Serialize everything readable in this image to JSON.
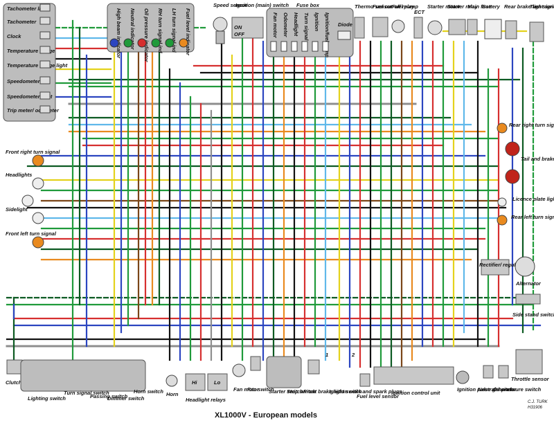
{
  "title": "XL1000V - European models",
  "credit": [
    "C.J. TURK",
    "H31906"
  ],
  "left_components": [
    "Tachometer light",
    "Tachometer",
    "Clock",
    "Temperature gauge",
    "Temperature gauge light",
    "Speedometer",
    "Speedometer light",
    "Trip meter/ odometer"
  ],
  "indicator_lamps": [
    "High beam indicator",
    "Neutral indicator",
    "Oil pressure indicator",
    "RH turn signal ind",
    "LH turn signal ind",
    "Fuel level indicator"
  ],
  "top_components": {
    "speed_sensor": "Speed sensor",
    "ignition_switch": "Ignition (main) switch",
    "ignition_positions": [
      "ON",
      "OFF"
    ],
    "fuse_box": "Fuse box",
    "fuse_labels": [
      "Fan motor",
      "Odometer",
      "Headlight",
      "Turn signal",
      "Ignition",
      "Ignition/fuel pump"
    ],
    "diode": "Diode",
    "thermo_sensor": "Thermo sensor",
    "fuel_cutoff_relay": "Fuel cut-off relay",
    "fuel_pump": "Fuel pump",
    "ect": "ECT",
    "starter_motor": "Starter motor",
    "starter_relay": "Starter relay",
    "main_fuse": "Main fuse",
    "battery": "Battery",
    "rear_brake_switch": "Rear brake light switch",
    "turn_signal_relay": "Turn signal relay"
  },
  "left_lamps": [
    "Front right turn signal",
    "Headlights",
    "Sidelight",
    "Front left turn signal"
  ],
  "right_components": [
    "Rear right turn signal",
    "Tail and brake lights",
    "Licence plate light",
    "Rear left turn signal",
    "Rectifier/ regulator",
    "Alternator",
    "Side stand switch"
  ],
  "bottom_components": [
    "Clutch switch",
    "Lighting switch",
    "Turn signal switch",
    "Passing switch",
    "Dimmer switch",
    "Horn switch",
    "Horn",
    "Headlight relays",
    "Fan motor",
    "Fan switch",
    "Starter switch",
    "Stop switch",
    "Front brake light switch",
    "Ignition coils and spark plugs",
    "Fuel level sensor",
    "Ignition control unit",
    "Ignition pulse generator",
    "Neutral switch",
    "Oil pressure switch",
    "Throttle sensor"
  ],
  "relay_labels": [
    "Hi",
    "Lo"
  ],
  "coil_numbers": [
    "1",
    "2"
  ],
  "colors": {
    "red": "#d62f2f",
    "green": "#1f9a3a",
    "darkgreen": "#0c5a22",
    "blue": "#2b45c0",
    "lightblue": "#5fb8ea",
    "orange": "#e98a1f",
    "yellow": "#e4d21b",
    "brown": "#7a4518",
    "black": "#111111",
    "grey": "#8e8e8e",
    "pink": "#ec8fb0",
    "white": "#ffffff"
  }
}
